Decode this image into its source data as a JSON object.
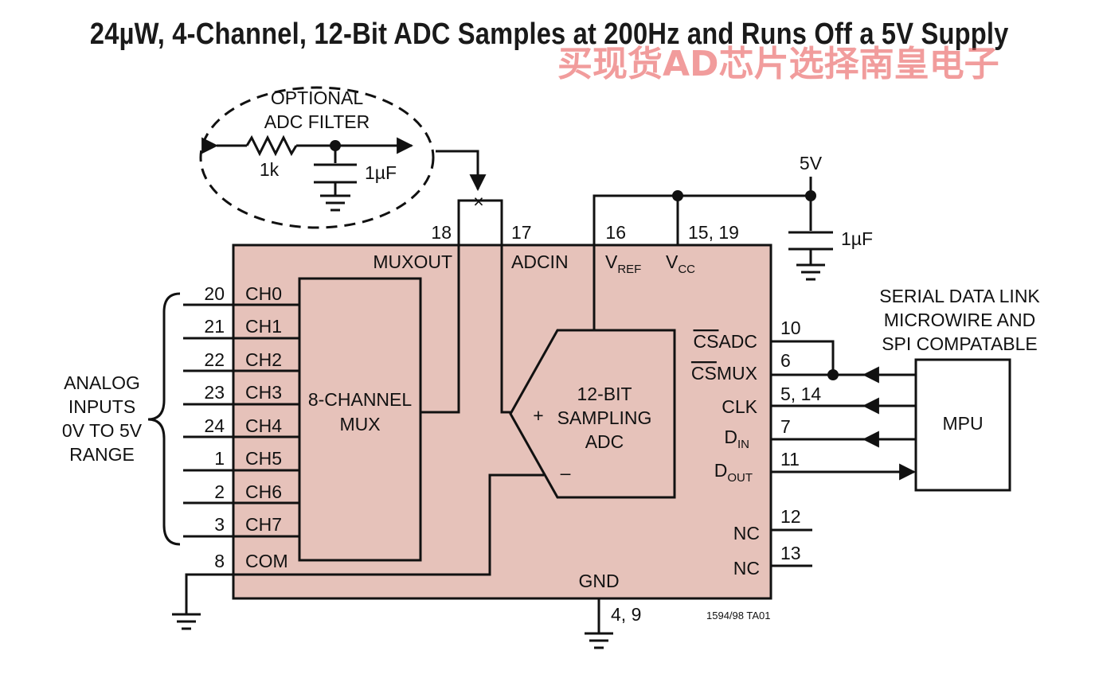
{
  "title": "24µW, 4-Channel, 12-Bit ADC Samples at 200Hz and Runs Off a 5V Supply",
  "watermark": "买现货AD芯片选择南皇电子",
  "colors": {
    "chip_fill": "#e6c2ba",
    "wire": "#111111",
    "watermark": "#e86060"
  },
  "filter": {
    "line1": "OPTIONAL",
    "line2": "ADC FILTER",
    "resistor": "1k",
    "capacitor": "1µF"
  },
  "supply": {
    "voltage": "5V",
    "capacitor": "1µF"
  },
  "chip": {
    "top_pins": [
      {
        "number": "18",
        "name": "MUXOUT"
      },
      {
        "number": "17",
        "name": "ADCIN"
      },
      {
        "number": "16",
        "name": "V",
        "sub": "REF"
      },
      {
        "number": "15, 19",
        "name": "V",
        "sub": "CC"
      }
    ],
    "channels": [
      {
        "pin": "20",
        "name": "CH0"
      },
      {
        "pin": "21",
        "name": "CH1"
      },
      {
        "pin": "22",
        "name": "CH2"
      },
      {
        "pin": "23",
        "name": "CH3"
      },
      {
        "pin": "24",
        "name": "CH4"
      },
      {
        "pin": "1",
        "name": "CH5"
      },
      {
        "pin": "2",
        "name": "CH6"
      },
      {
        "pin": "3",
        "name": "CH7"
      }
    ],
    "com": {
      "pin": "8",
      "name": "COM"
    },
    "mux": {
      "line1": "8-CHANNEL",
      "line2": "MUX"
    },
    "adc": {
      "line1": "12-BIT",
      "line2": "SAMPLING",
      "line3": "ADC",
      "plus": "+",
      "minus": "–"
    },
    "gnd": {
      "name": "GND",
      "pins": "4, 9"
    },
    "right_pins": [
      {
        "bar": "CS",
        "name": "ADC",
        "pin": "10"
      },
      {
        "bar": "CS",
        "name": "MUX",
        "pin": "6"
      },
      {
        "name": "CLK",
        "pin": "5, 14"
      },
      {
        "name": "D",
        "sub": "IN",
        "pin": "7"
      },
      {
        "name": "D",
        "sub": "OUT",
        "pin": "11"
      },
      {
        "name": "NC",
        "pin": "12"
      },
      {
        "name": "NC",
        "pin": "13"
      }
    ],
    "part_code": "1594/98 TA01"
  },
  "analog_inputs": [
    "ANALOG",
    "INPUTS",
    "0V TO 5V",
    "RANGE"
  ],
  "serial": {
    "line1": "SERIAL DATA LINK",
    "line2": "MICROWIRE AND",
    "line3": "SPI COMPATABLE"
  },
  "mpu": "MPU"
}
